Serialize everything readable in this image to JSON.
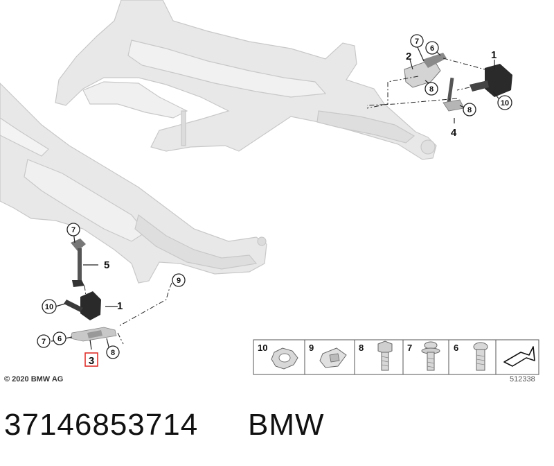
{
  "callouts": {
    "c1_top": "1",
    "c2_top": "2",
    "c4_top": "4",
    "c6_top": "6",
    "c7_top": "7",
    "c8_top_a": "8",
    "c8_top_b": "8",
    "c10_top": "10",
    "c7_mid": "7",
    "c5_mid": "5",
    "c9_mid": "9",
    "c10_low": "10",
    "c1_low": "1",
    "c7_low": "7",
    "c6_low": "6",
    "c8_low": "8",
    "c3_low": "3"
  },
  "legend": {
    "items": [
      {
        "number": "10",
        "icon": "hex-nut-icon"
      },
      {
        "number": "9",
        "icon": "clip-nut-icon"
      },
      {
        "number": "8",
        "icon": "hex-bolt-icon"
      },
      {
        "number": "7",
        "icon": "torx-bolt-washer-icon"
      },
      {
        "number": "6",
        "icon": "torx-bolt-icon"
      },
      {
        "number": "",
        "icon": "direction-arrow-icon"
      }
    ]
  },
  "footer": {
    "copyright": "© 2020 BMW AG",
    "diagram_number": "512338",
    "part_number": "37146853714",
    "brand": "BMW"
  },
  "colors": {
    "frame": "#e6e6e6",
    "frame_edge": "#c9c9c9",
    "part_dark": "#2a2a2a",
    "highlight": "#e0302a"
  }
}
